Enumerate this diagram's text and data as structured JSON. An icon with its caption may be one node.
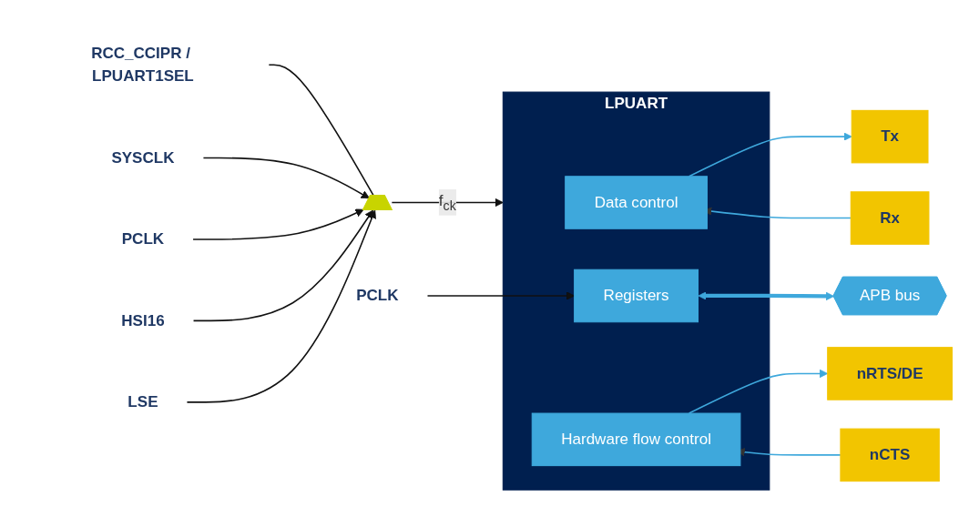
{
  "diagram": {
    "nodes": [
      {
        "text": [
          "RCC_CCIPR / LPUART1SEL"
        ]
      },
      {
        "text": [
          "SYSCLK"
        ]
      },
      {
        "text": [
          "PCLK"
        ]
      },
      {
        "text": [
          "HSI16"
        ]
      },
      {
        "text": [
          "LSE"
        ]
      },
      {
        "text": [],
        "shape": "trapezoid"
      },
      {
        "text": [
          "LPUART"
        ]
      },
      {
        "text": [
          "Data control"
        ],
        "in": 6
      },
      {
        "text": [
          "Hardware flow control"
        ],
        "in": 6
      },
      {
        "text": [
          "Registers"
        ],
        "in": 6
      },
      {
        "text": [
          "Tx"
        ]
      },
      {
        "text": [
          "Rx"
        ]
      },
      {
        "text": [
          "nRTS/DE"
        ]
      },
      {
        "text": [
          "nCTS"
        ]
      },
      {
        "text": [
          "PCLK"
        ]
      },
      {
        "text": [
          "APB bus"
        ]
      }
    ],
    "edges": [
      {
        "from": 0,
        "to": 5,
        "arrow": "none"
      },
      {
        "from": 1,
        "to": 5,
        "arrow": "to"
      },
      {
        "from": 2,
        "to": 5,
        "arrow": "to"
      },
      {
        "from": 3,
        "to": 5,
        "arrow": "to"
      },
      {
        "from": 4,
        "to": 5,
        "arrow": "to"
      },
      {
        "from": 5,
        "to": 6,
        "arrow": "to",
        "label": "f$_{ck}$"
      },
      {
        "from": 7,
        "to": 10,
        "arrow": "to",
        "color": "#3ea8dc"
      },
      {
        "from": 11,
        "to": 7,
        "arrow": "to",
        "color": "#3ea8dc"
      },
      {
        "from": 8,
        "to": 12,
        "arrow": "to",
        "color": "#3ea8dc"
      },
      {
        "from": 13,
        "to": 8,
        "arrow": "to",
        "color": "#3ea8dc"
      },
      {
        "from": 14,
        "to": 9,
        "arrow": "to"
      },
      {
        "from": 9,
        "to": 15,
        "arrow": "both",
        "style": "thick",
        "color": "#3ea8dc"
      }
    ]
  }
}
